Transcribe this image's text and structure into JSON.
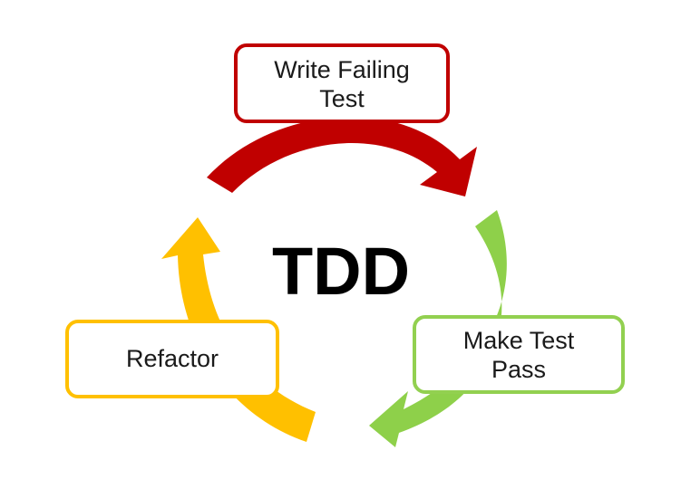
{
  "diagram": {
    "center_label": "TDD",
    "steps": [
      {
        "id": "write",
        "lines": [
          "Write Failing",
          "Test"
        ],
        "color": "#c00000"
      },
      {
        "id": "pass",
        "lines": [
          "Make Test",
          "Pass"
        ],
        "color": "#92d050"
      },
      {
        "id": "refactor",
        "lines": [
          "Refactor"
        ],
        "color": "#ffc000"
      }
    ],
    "colors": {
      "red_arrow": "#c00000",
      "green_arrow": "#8ed04a",
      "yellow_arrow": "#ffc000",
      "red_border": "#c00000",
      "green_border": "#92d050",
      "yellow_border": "#ffc000"
    }
  }
}
